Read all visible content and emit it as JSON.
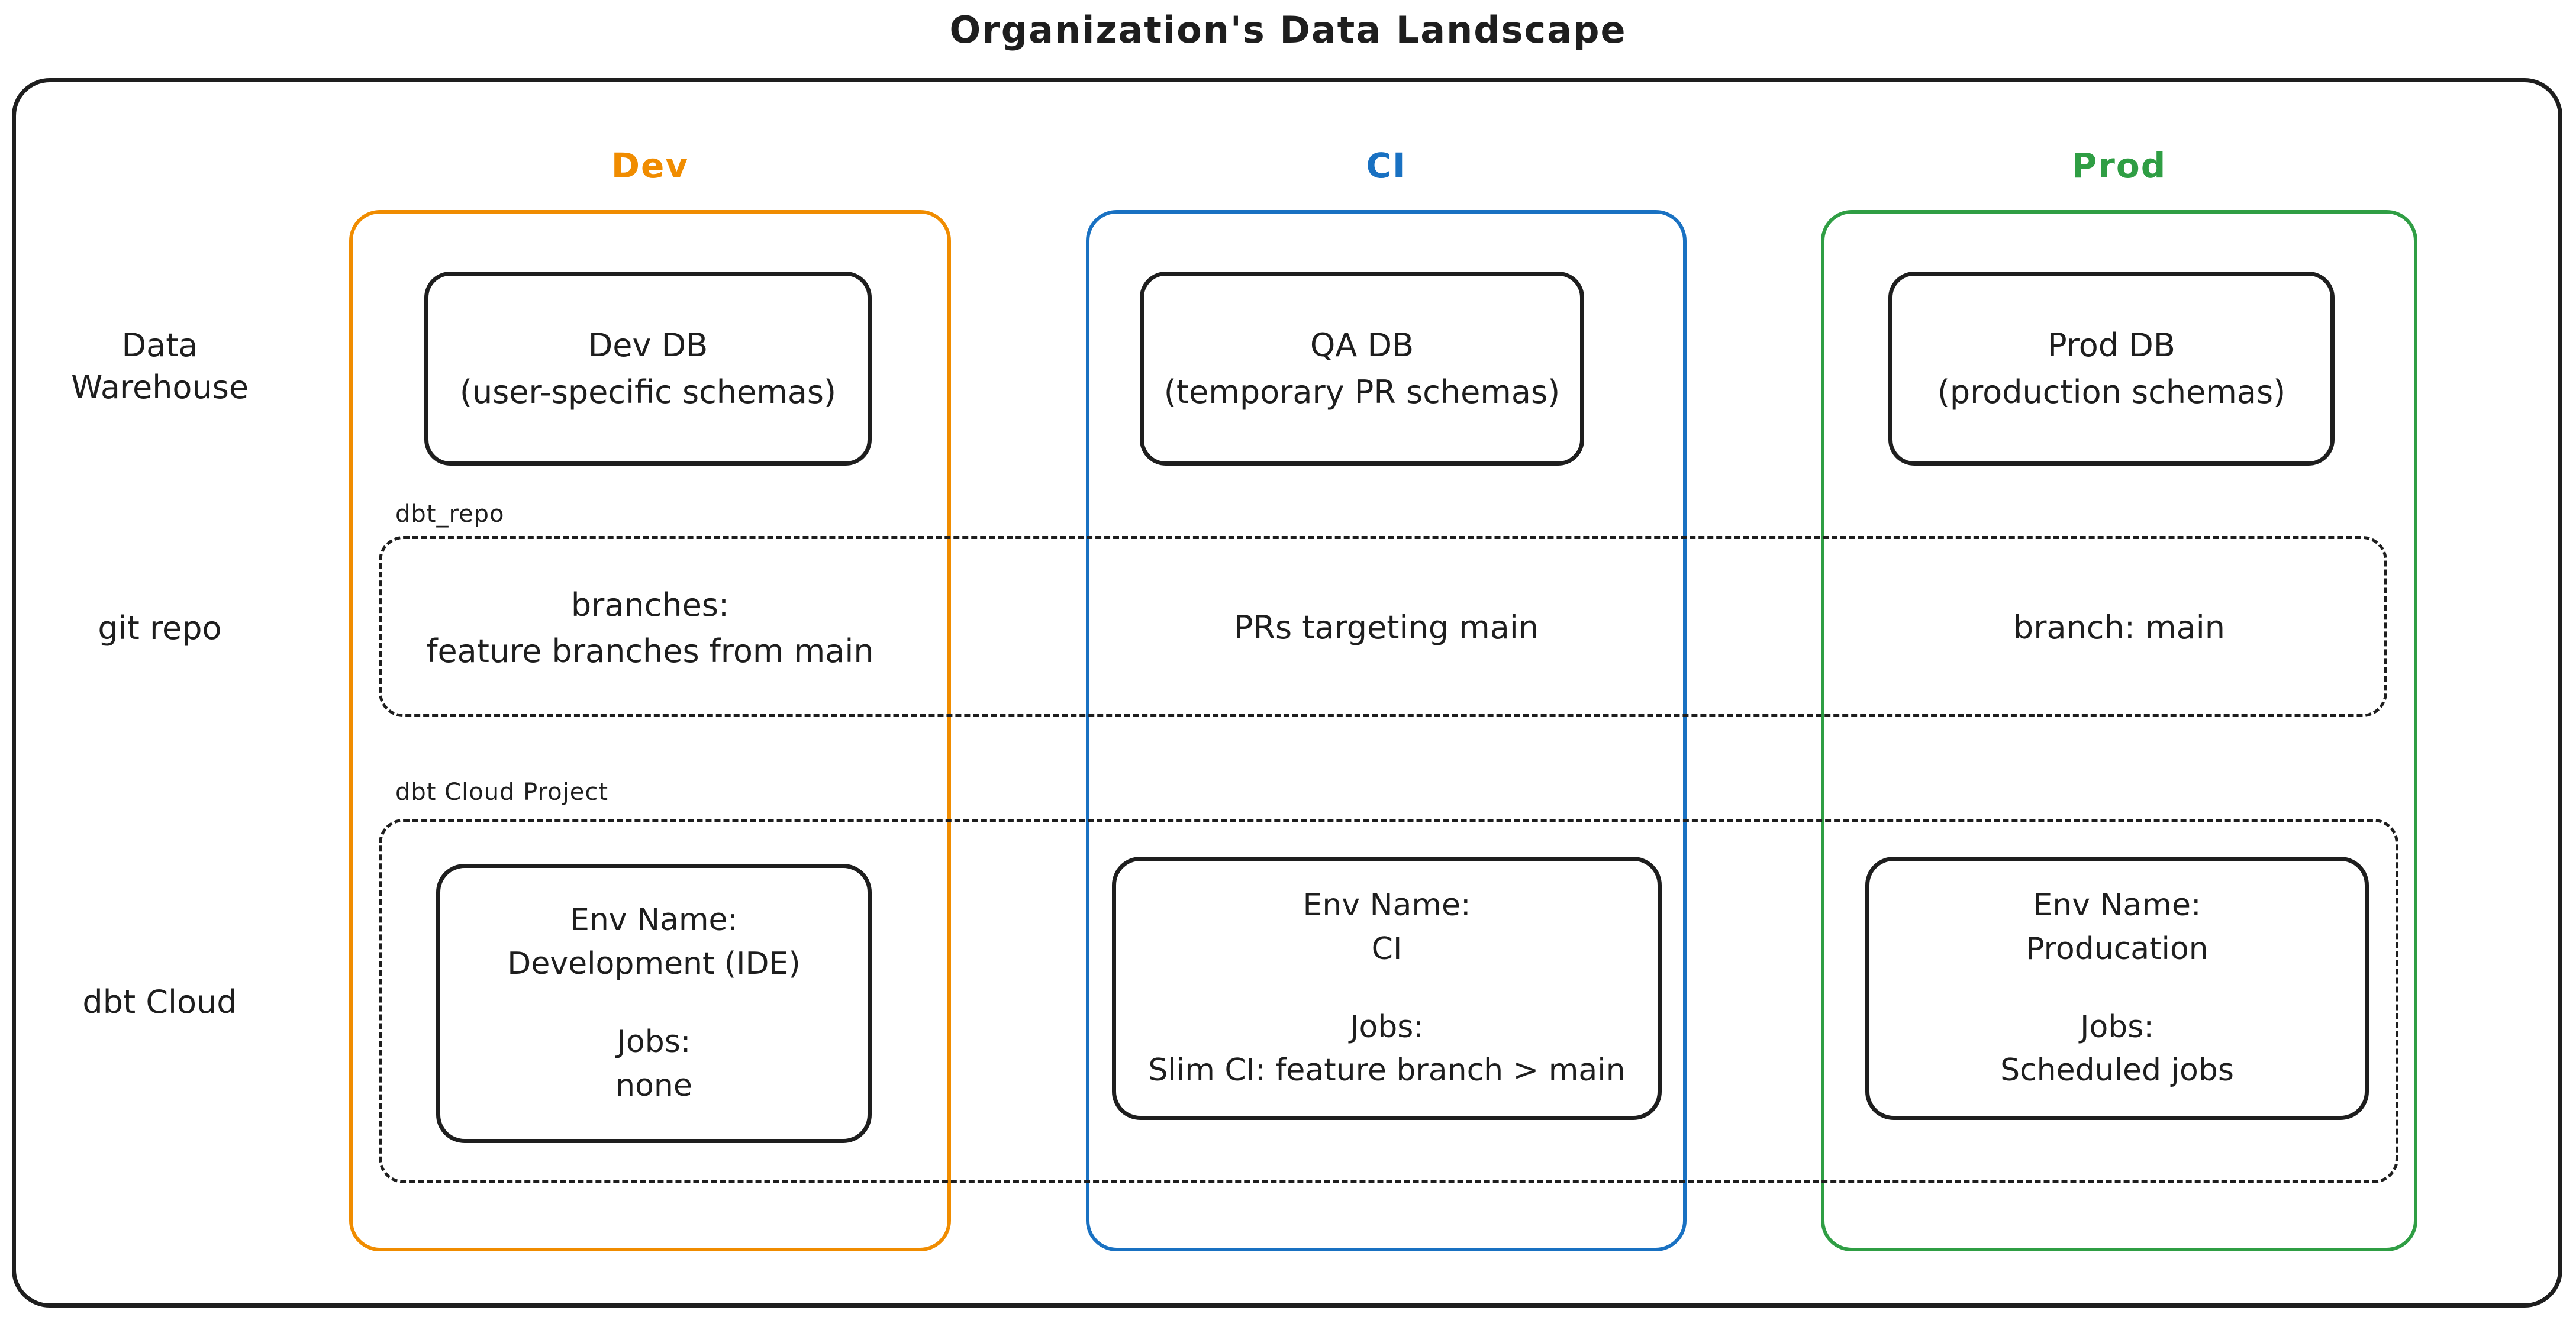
{
  "title": "Organization's Data Landscape",
  "palette": {
    "dev": "#f08c00",
    "ci": "#1971c2",
    "prod": "#2f9e44",
    "ink": "#1e1e1e"
  },
  "columns": {
    "dev": {
      "label": "Dev"
    },
    "ci": {
      "label": "CI"
    },
    "prod": {
      "label": "Prod"
    }
  },
  "row_labels": {
    "warehouse": "Data\nWarehouse",
    "git": "git repo",
    "dbt": "dbt Cloud"
  },
  "warehouse": {
    "dev": {
      "name": "Dev DB",
      "detail": "(user-specific schemas)"
    },
    "ci": {
      "name": "QA DB",
      "detail": "(temporary PR schemas)"
    },
    "prod": {
      "name": "Prod DB",
      "detail": "(production schemas)"
    }
  },
  "git": {
    "tag": "dbt_repo",
    "dev": "branches:\nfeature branches from main",
    "ci": "PRs targeting main",
    "prod": "branch: main"
  },
  "dbt": {
    "tag": "dbt Cloud Project",
    "dev": {
      "env_label": "Env Name:",
      "env": "Development (IDE)",
      "jobs_label": "Jobs:",
      "jobs": "none"
    },
    "ci": {
      "env_label": "Env Name:",
      "env": "CI",
      "jobs_label": "Jobs:",
      "jobs": "Slim CI: feature branch > main"
    },
    "prod": {
      "env_label": "Env Name:",
      "env": "Producation",
      "jobs_label": "Jobs:",
      "jobs": "Scheduled jobs"
    }
  }
}
